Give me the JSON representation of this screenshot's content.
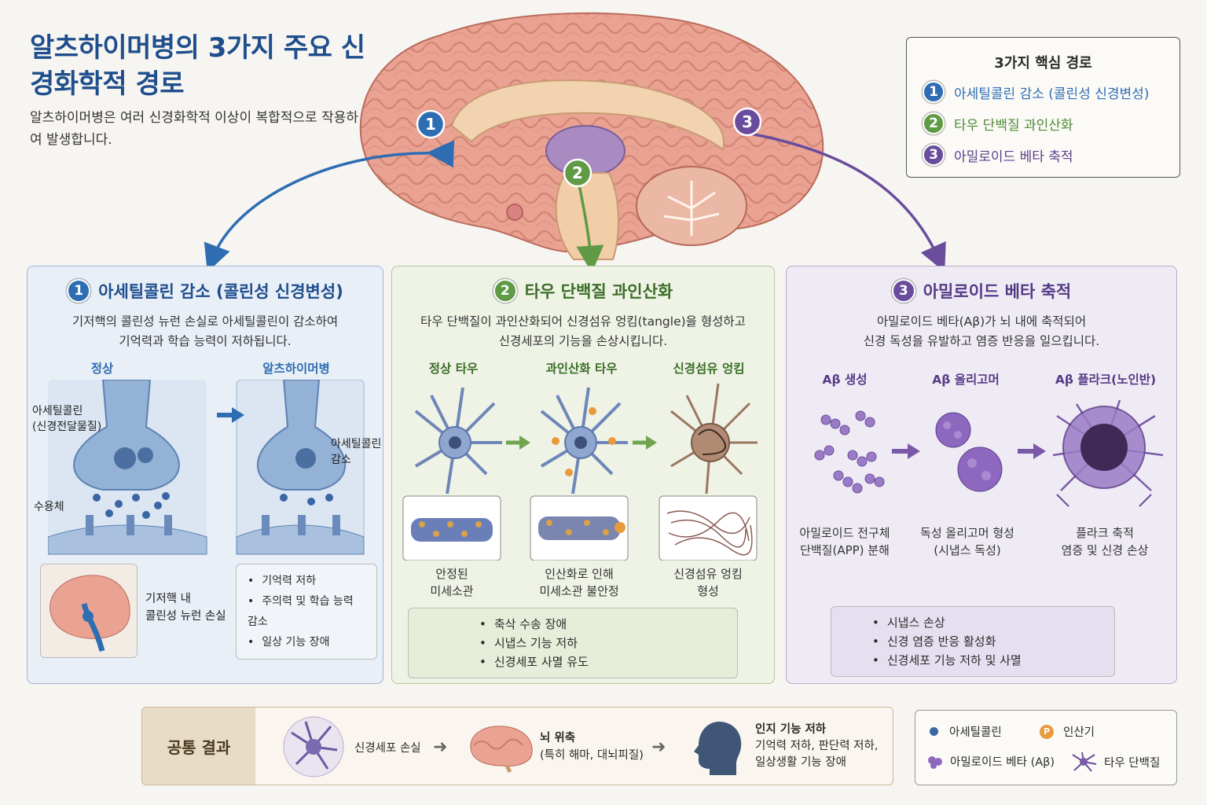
{
  "title": "알츠하이머병의 3가지 주요 신경화학적 경로",
  "subtitle": "알츠하이머병은 여러 신경화학적 이상이 복합적으로 작용하여 발생합니다.",
  "colors": {
    "pathway1": "#2f6db3",
    "pathway2": "#5f9a45",
    "pathway3": "#6a4c9c"
  },
  "key_box": {
    "title": "3가지 핵심 경로",
    "items": [
      {
        "num": "1",
        "label": "아세틸콜린 감소 (콜린성 신경변성)"
      },
      {
        "num": "2",
        "label": "타우 단백질 과인산화"
      },
      {
        "num": "3",
        "label": "아밀로이드 베타 축적"
      }
    ]
  },
  "brain_markers": [
    "1",
    "2",
    "3"
  ],
  "panel1": {
    "num": "1",
    "title": "아세틸콜린 감소 (콜린성 신경변성)",
    "desc_line1": "기저핵의 콜린성 뉴런 손실로 아세틸콜린이 감소하여",
    "desc_line2": "기억력과 학습 능력이 저하됩니다.",
    "stage_normal": "정상",
    "stage_ad": "알츠하이머병",
    "label_ach_1": "아세틸콜린",
    "label_ach_2": "(신경전달물질)",
    "label_receptor": "수용체",
    "label_ach_dec_1": "아세틸콜린",
    "label_ach_dec_2": "감소",
    "brain_caption_1": "기저핵 내",
    "brain_caption_2": "콜린성 뉴런 손실",
    "effects": [
      "기억력 저하",
      "주의력 및 학습 능력 감소",
      "일상 기능 장애"
    ]
  },
  "panel2": {
    "num": "2",
    "title": "타우 단백질 과인산화",
    "desc_line1": "타우 단백질이 과인산화되어 신경섬유 엉킴(tangle)을 형성하고",
    "desc_line2": "신경세포의 기능을 손상시킵니다.",
    "stages": [
      "정상 타우",
      "과인산화 타우",
      "신경섬유 엉킴"
    ],
    "captions": [
      {
        "l1": "안정된",
        "l2": "미세소관"
      },
      {
        "l1": "인산화로 인해",
        "l2": "미세소관 불안정"
      },
      {
        "l1": "신경섬유 엉킴",
        "l2": "형성"
      }
    ],
    "phospho_mark": "P",
    "effects": [
      "축삭 수송 장애",
      "시냅스 기능 저하",
      "신경세포 사멸 유도"
    ]
  },
  "panel3": {
    "num": "3",
    "title": "아밀로이드 베타 축적",
    "desc_line1": "아밀로이드 베타(Aβ)가 뇌 내에 축적되어",
    "desc_line2": "신경 독성을 유발하고 염증 반응을 일으킵니다.",
    "stages": [
      "Aβ 생성",
      "Aβ 올리고머",
      "Aβ 플라크(노인반)"
    ],
    "captions": [
      {
        "l1": "아밀로이드 전구체",
        "l2": "단백질(APP) 분해"
      },
      {
        "l1": "독성 올리고머 형성",
        "l2": "(시냅스 독성)"
      },
      {
        "l1": "플라크 축적",
        "l2": "염증 및 신경 손상"
      }
    ],
    "effects": [
      "시냅스 손상",
      "신경 염증 반응 활성화",
      "신경세포 기능 저하 및 사멸"
    ]
  },
  "common": {
    "label": "공통 결과",
    "step1": "신경세포 손실",
    "step2_title": "뇌 위축",
    "step2_sub": "(특히 해마, 대뇌피질)",
    "step3_title": "인지 기능 저하",
    "step3_sub1": "기억력 저하, 판단력 저하,",
    "step3_sub2": "일상생활 기능 장애"
  },
  "legend": {
    "acetylcholine": "아세틸콜린",
    "phosphate": "인산기",
    "phosphate_mark": "P",
    "amyloid": "아밀로이드 베타 (Aβ)",
    "tau": "타우 단백질"
  }
}
